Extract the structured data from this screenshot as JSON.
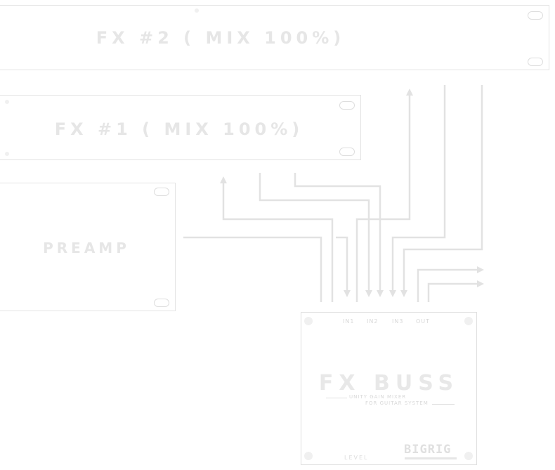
{
  "units": {
    "fx2": {
      "label": "FX #2 ( MIX 100%)"
    },
    "fx1": {
      "label": "FX #1 ( MIX 100%)"
    },
    "preamp": {
      "label": "PREAMP"
    }
  },
  "fx_buss": {
    "title": "FX BUSS",
    "subtitle_line1": "UNITY GAIN MIXER",
    "subtitle_line2": "FOR GUITAR SYSTEM",
    "jacks": [
      "IN1",
      "IN2",
      "IN3",
      "OUT"
    ],
    "knob_label": "LEVEL",
    "brand": "BIGRIG"
  },
  "colors": {
    "panel_border": "#e3e3e3",
    "wire": "#e2e2e2",
    "label": "#e6e6e6"
  }
}
